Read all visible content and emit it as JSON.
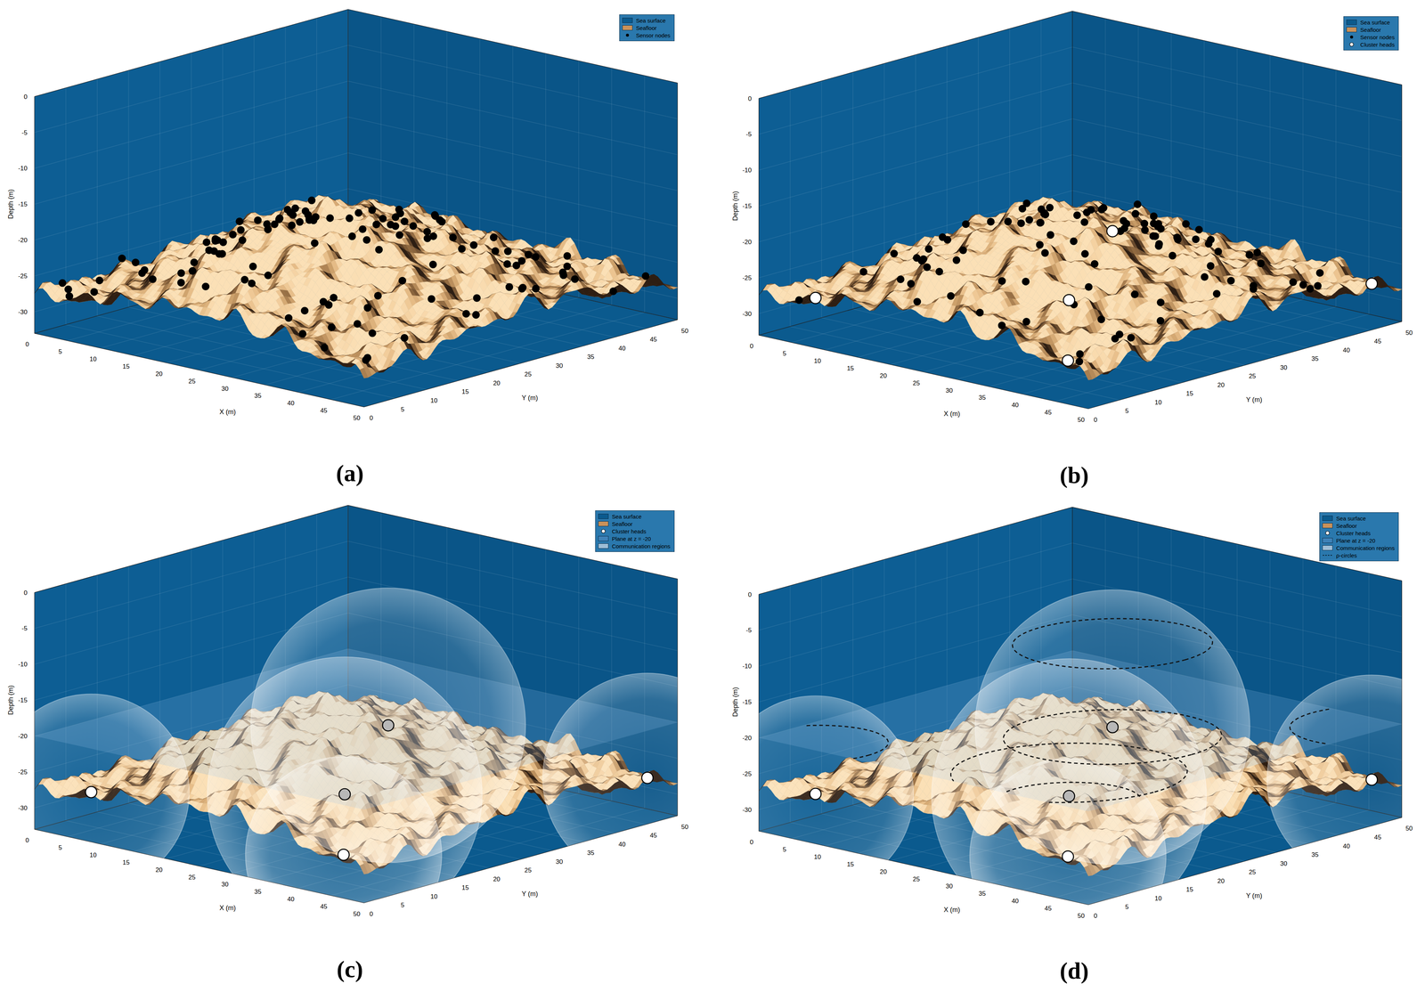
{
  "diagram": {
    "labels": [
      "Depth (m)",
      "X (m)",
      "Y (m)",
      "0",
      "-5",
      "-10",
      "-15",
      "-20",
      "-25",
      "-30",
      "0",
      "5",
      "10",
      "15",
      "20",
      "25",
      "30",
      "35",
      "40",
      "45",
      "50",
      "0",
      "5",
      "10",
      "15",
      "20",
      "25",
      "30",
      "35",
      "40",
      "45",
      "50",
      "(a)",
      "Depth (m)",
      "X (m)",
      "Y (m)",
      "0",
      "-5",
      "-10",
      "-15",
      "-20",
      "-25",
      "-30",
      "0",
      "5",
      "10",
      "15",
      "20",
      "25",
      "30",
      "35",
      "40",
      "45",
      "50",
      "0",
      "5",
      "10",
      "15",
      "20",
      "25",
      "30",
      "35",
      "40",
      "45",
      "50",
      "(b)",
      "Depth (m)",
      "X (m)",
      "Y (m)",
      "0",
      "-5",
      "-10",
      "-15",
      "-20",
      "-25",
      "-30",
      "0",
      "5",
      "10",
      "15",
      "20",
      "25",
      "30",
      "35",
      "40",
      "45",
      "50",
      "0",
      "5",
      "10",
      "15",
      "20",
      "25",
      "30",
      "35",
      "40",
      "45",
      "50",
      "(c)",
      "Depth (m)",
      "X (m)",
      "Y (m)",
      "0",
      "-5",
      "-10",
      "-15",
      "-20",
      "-25",
      "-30",
      "0",
      "5",
      "10",
      "15",
      "20",
      "25",
      "30",
      "35",
      "40",
      "45",
      "50",
      "0",
      "5",
      "10",
      "15",
      "20",
      "25",
      "30",
      "35",
      "40",
      "45",
      "50",
      "(d)"
    ],
    "legend": [
      {
        "text": "Sea surface",
        "color": "#0b5a8e"
      },
      {
        "text": "Seafloor",
        "color": "#c8915a"
      },
      {
        "text": "Sensor nodes"
      },
      {
        "text": "Sea surface",
        "color": "#0b5a8e"
      },
      {
        "text": "Seafloor",
        "color": "#c8915a"
      },
      {
        "text": "Sensor nodes"
      },
      {
        "text": "Cluster heads"
      },
      {
        "text": "Sea surface",
        "color": "#0b5a8e"
      },
      {
        "text": "Seafloor",
        "color": "#c8915a"
      },
      {
        "text": "Cluster heads"
      },
      {
        "text": "Plane at z = -20",
        "color": "#3f82b8"
      },
      {
        "text": "Communication regions",
        "color": "#9dbdd6"
      },
      {
        "text": "Sea surface",
        "color": "#0b5a8e"
      },
      {
        "text": "Seafloor",
        "color": "#c8915a"
      },
      {
        "text": "Cluster heads"
      },
      {
        "text": "Plane at z = -20",
        "color": "#3f82b8"
      },
      {
        "text": "Communication regions",
        "color": "#9dbdd6"
      },
      {
        "text": "ρ-circles"
      }
    ]
  }
}
